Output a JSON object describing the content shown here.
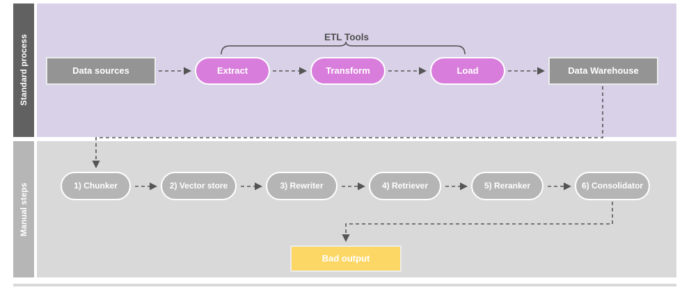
{
  "lanes": [
    {
      "id": "standard",
      "label": "Standard process",
      "label_color": "#616161",
      "body_color": "#d8d1e8"
    },
    {
      "id": "manual",
      "label": "Manual steps",
      "label_color": "#b6b6b6",
      "body_color": "#d9d9d9"
    }
  ],
  "annotations": {
    "etl_bracket_label": "ETL Tools"
  },
  "standard_process": {
    "source": {
      "label": "Data sources",
      "shape": "rectangle",
      "color": "#949494"
    },
    "etl_stages": [
      {
        "label": "Extract",
        "shape": "pill",
        "color": "#d87ddb"
      },
      {
        "label": "Transform",
        "shape": "pill",
        "color": "#d87ddb"
      },
      {
        "label": "Load",
        "shape": "pill",
        "color": "#d87ddb"
      }
    ],
    "destination": {
      "label": "Data Warehouse",
      "shape": "rectangle",
      "color": "#949494"
    }
  },
  "manual_steps": {
    "steps": [
      {
        "label": "1) Chunker",
        "shape": "pill",
        "color": "#b5b5b5"
      },
      {
        "label": "2) Vector store",
        "shape": "pill",
        "color": "#b5b5b5"
      },
      {
        "label": "3) Rewriter",
        "shape": "pill",
        "color": "#b5b5b5"
      },
      {
        "label": "4) Retriever",
        "shape": "pill",
        "color": "#b5b5b5"
      },
      {
        "label": "5) Reranker",
        "shape": "pill",
        "color": "#b5b5b5"
      },
      {
        "label": "6) Consolidator",
        "shape": "pill",
        "color": "#b5b5b5"
      }
    ],
    "outcome": {
      "label": "Bad output",
      "shape": "rectangle",
      "color": "#fcd766"
    }
  },
  "connector_style": {
    "stroke": "#555555",
    "dash": "5 4",
    "arrowhead": "solid-triangle"
  }
}
